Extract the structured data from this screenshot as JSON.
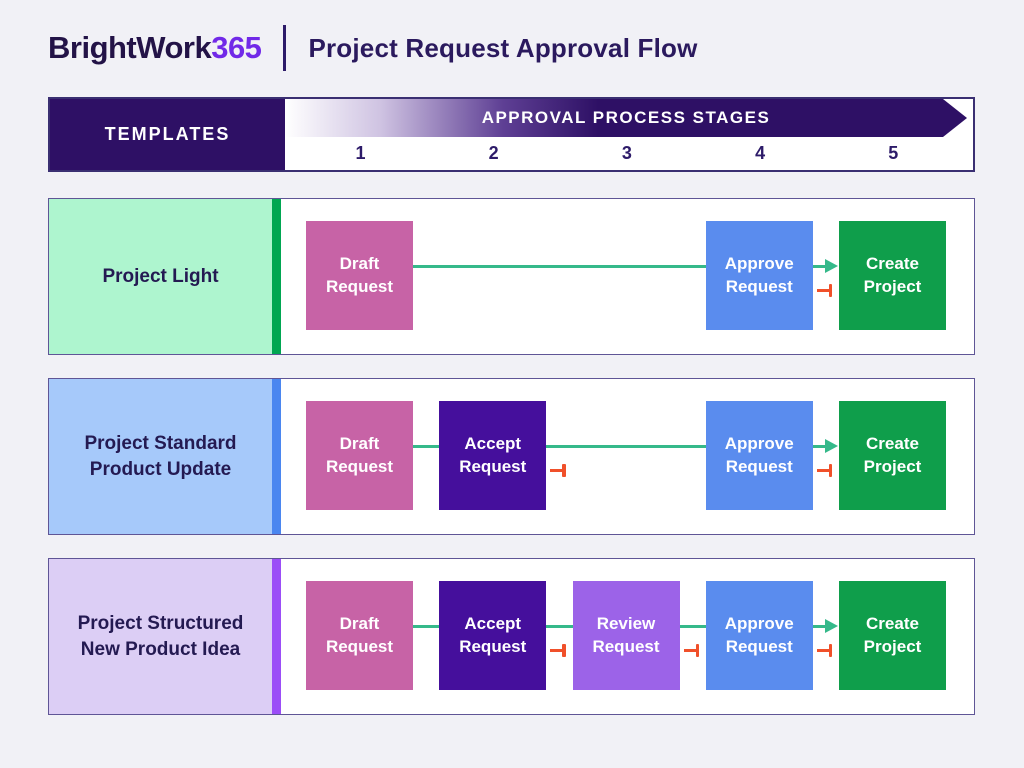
{
  "page": {
    "background": "#f1f1f6"
  },
  "brand": {
    "name": "BrightWork",
    "suffix": "365",
    "name_color": "#231347",
    "suffix_color": "#7129e8"
  },
  "title": "Project Request Approval Flow",
  "process_header": {
    "templates_label": "TEMPLATES",
    "stages_label": "APPROVAL PROCESS STAGES",
    "stage_numbers": [
      "1",
      "2",
      "3",
      "4",
      "5"
    ],
    "bar_color": "#2e1065"
  },
  "colors": {
    "connector_green": "#35b98a",
    "reject_red": "#f0502a",
    "header_dark_purple": "#2e1065"
  },
  "rows": [
    {
      "label": "Project Light",
      "label_lines": [
        "Project Light"
      ],
      "label_bg": "#aef5cf",
      "stripe_color": "#00a651",
      "steps": [
        {
          "stage": 1,
          "label": "Draft Request",
          "lines": [
            "Draft",
            "Request"
          ],
          "color": "#c763a6",
          "reject_out": false,
          "final": false
        },
        {
          "stage": 4,
          "label": "Approve Request",
          "lines": [
            "Approve",
            "Request"
          ],
          "color": "#5a8cee",
          "reject_out": true,
          "final": false
        },
        {
          "stage": 5,
          "label": "Create Project",
          "lines": [
            "Create",
            "Project"
          ],
          "color": "#0f9e4b",
          "reject_out": false,
          "final": true
        }
      ]
    },
    {
      "label": "Project Standard Product Update",
      "label_lines": [
        "Project Standard",
        "Product Update"
      ],
      "label_bg": "#a6c9fa",
      "stripe_color": "#4a86f0",
      "steps": [
        {
          "stage": 1,
          "label": "Draft Request",
          "lines": [
            "Draft",
            "Request"
          ],
          "color": "#c763a6",
          "reject_out": false,
          "final": false
        },
        {
          "stage": 2,
          "label": "Accept Request",
          "lines": [
            "Accept",
            "Request"
          ],
          "color": "#450f9c",
          "reject_out": true,
          "final": false
        },
        {
          "stage": 4,
          "label": "Approve Request",
          "lines": [
            "Approve",
            "Request"
          ],
          "color": "#5a8cee",
          "reject_out": true,
          "final": false
        },
        {
          "stage": 5,
          "label": "Create Project",
          "lines": [
            "Create",
            "Project"
          ],
          "color": "#0f9e4b",
          "reject_out": false,
          "final": true
        }
      ]
    },
    {
      "label": "Project Structured New Product Idea",
      "label_lines": [
        "Project Structured",
        "New Product Idea"
      ],
      "label_bg": "#dccef5",
      "stripe_color": "#9b4df7",
      "steps": [
        {
          "stage": 1,
          "label": "Draft Request",
          "lines": [
            "Draft",
            "Request"
          ],
          "color": "#c763a6",
          "reject_out": false,
          "final": false
        },
        {
          "stage": 2,
          "label": "Accept Request",
          "lines": [
            "Accept",
            "Request"
          ],
          "color": "#450f9c",
          "reject_out": true,
          "final": false
        },
        {
          "stage": 3,
          "label": "Review Request",
          "lines": [
            "Review",
            "Request"
          ],
          "color": "#9c63e8",
          "reject_out": true,
          "final": false
        },
        {
          "stage": 4,
          "label": "Approve Request",
          "lines": [
            "Approve",
            "Request"
          ],
          "color": "#5a8cee",
          "reject_out": true,
          "final": false
        },
        {
          "stage": 5,
          "label": "Create Project",
          "lines": [
            "Create",
            "Project"
          ],
          "color": "#0f9e4b",
          "reject_out": false,
          "final": true
        }
      ]
    }
  ]
}
